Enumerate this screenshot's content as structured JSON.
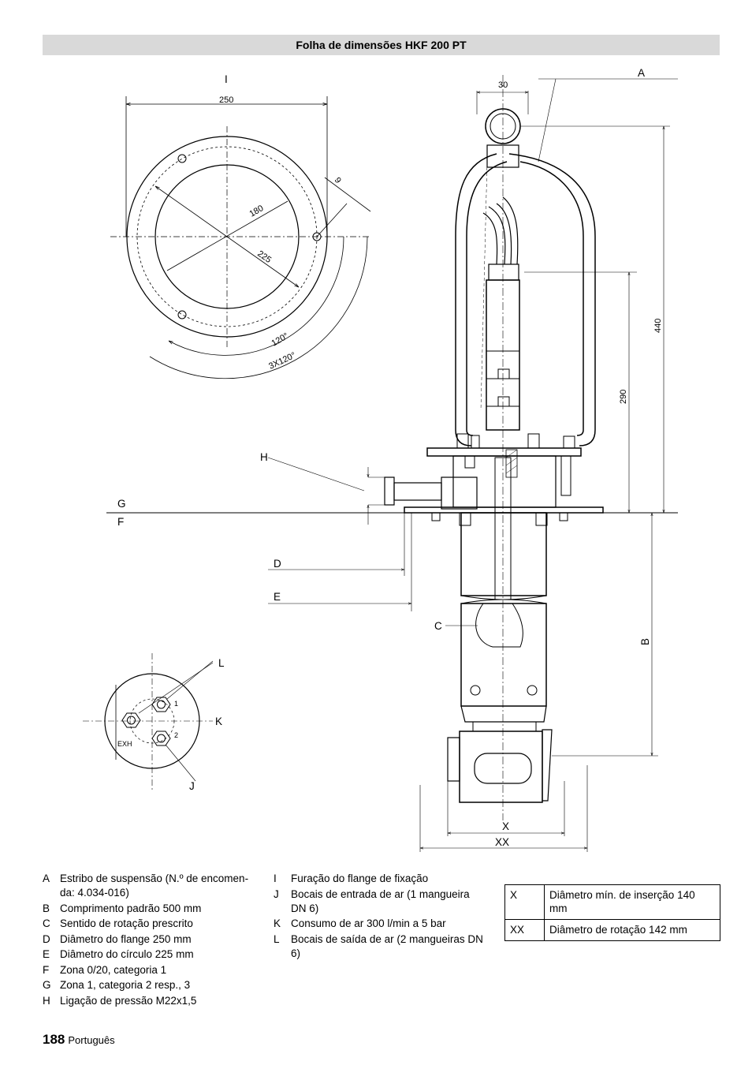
{
  "header": {
    "title": "Folha de dimensões HKF 200 PT"
  },
  "drawing": {
    "labels": {
      "I": "I",
      "A": "A",
      "B": "B",
      "C": "C",
      "D": "D",
      "E": "E",
      "F": "F",
      "G": "G",
      "H": "H",
      "J": "J",
      "K": "K",
      "L": "L",
      "X": "X",
      "XX": "XX"
    },
    "dimensions": {
      "d250": "250",
      "d30": "30",
      "d9": "9",
      "d180": "180",
      "d225": "225",
      "a120": "120°",
      "a3x120": "3X120°",
      "d440": "440",
      "d290": "290"
    },
    "port_labels": {
      "p1": "1",
      "p2": "2",
      "exh": "EXH"
    }
  },
  "legend": {
    "col1": [
      {
        "key": "A",
        "text": "Estribo de suspensão (N.º de encomen-da: 4.034-016)"
      },
      {
        "key": "B",
        "text": "Comprimento padrão 500 mm"
      },
      {
        "key": "C",
        "text": "Sentido de rotação prescrito"
      },
      {
        "key": "D",
        "text": "Diâmetro do flange 250 mm"
      },
      {
        "key": "E",
        "text": "Diâmetro do círculo 225 mm"
      },
      {
        "key": "F",
        "text": "Zona 0/20, categoria 1"
      },
      {
        "key": "G",
        "text": "Zona 1, categoria 2 resp., 3"
      },
      {
        "key": "H",
        "text": "Ligação de pressão M22x1,5"
      }
    ],
    "col2": [
      {
        "key": "I",
        "text": "Furação do flange de fixação"
      },
      {
        "key": "J",
        "text": "Bocais de entrada de ar (1 mangueira DN 6)"
      },
      {
        "key": "K",
        "text": "Consumo de ar 300 l/min a 5 bar"
      },
      {
        "key": "L",
        "text": "Bocais de saída de ar (2 mangueiras DN 6)"
      }
    ]
  },
  "table": {
    "rows": [
      {
        "key": "X",
        "text": "Diâmetro mín. de inserção 140 mm"
      },
      {
        "key": "XX",
        "text": "Diâmetro de rotação 142 mm"
      }
    ]
  },
  "footer": {
    "page": "188",
    "language": "Português"
  }
}
